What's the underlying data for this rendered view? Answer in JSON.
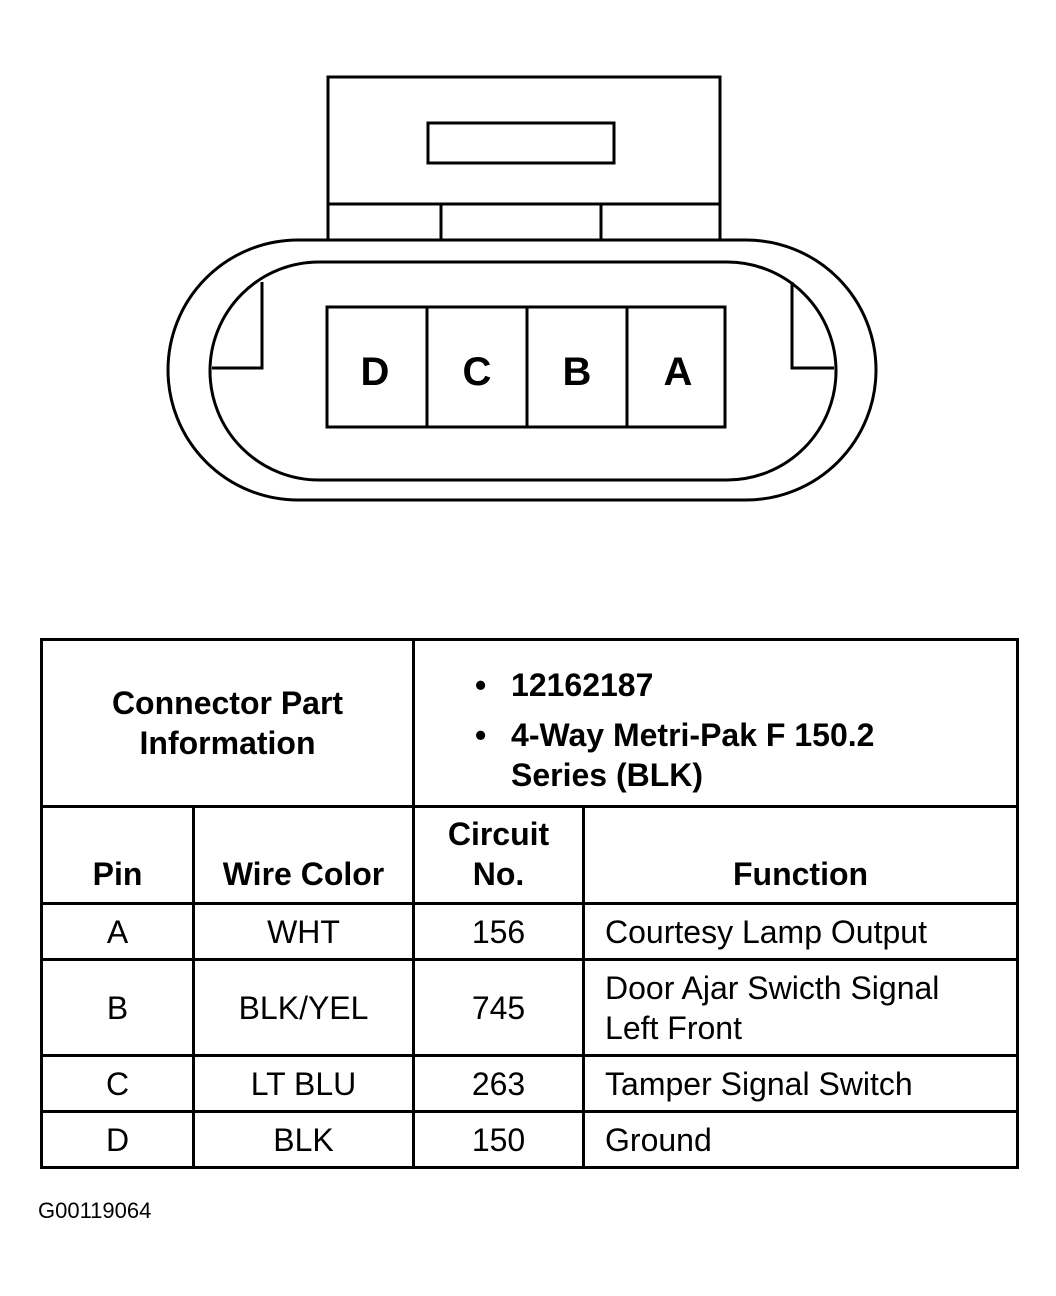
{
  "connector": {
    "pins": [
      "D",
      "C",
      "B",
      "A"
    ]
  },
  "info": {
    "label_line1": "Connector Part",
    "label_line2": "Information",
    "bullet_symbol": "•",
    "part_number": "12162187",
    "description_line1": "4-Way Metri-Pak F 150.2",
    "description_line2": "Series (BLK)"
  },
  "headers": {
    "pin": "Pin",
    "wire_color": "Wire Color",
    "circuit_line1": "Circuit",
    "circuit_line2": "No.",
    "function": "Function"
  },
  "rows": [
    {
      "pin": "A",
      "wire_color": "WHT",
      "circuit": "156",
      "function_line1": "Courtesy Lamp Output",
      "function_line2": ""
    },
    {
      "pin": "B",
      "wire_color": "BLK/YEL",
      "circuit": "745",
      "function_line1": "Door Ajar Swicth Signal",
      "function_line2": "Left Front"
    },
    {
      "pin": "C",
      "wire_color": "LT BLU",
      "circuit": "263",
      "function_line1": "Tamper Signal Switch",
      "function_line2": ""
    },
    {
      "pin": "D",
      "wire_color": "BLK",
      "circuit": "150",
      "function_line1": "Ground",
      "function_line2": ""
    }
  ],
  "figure_id": "G00119064"
}
